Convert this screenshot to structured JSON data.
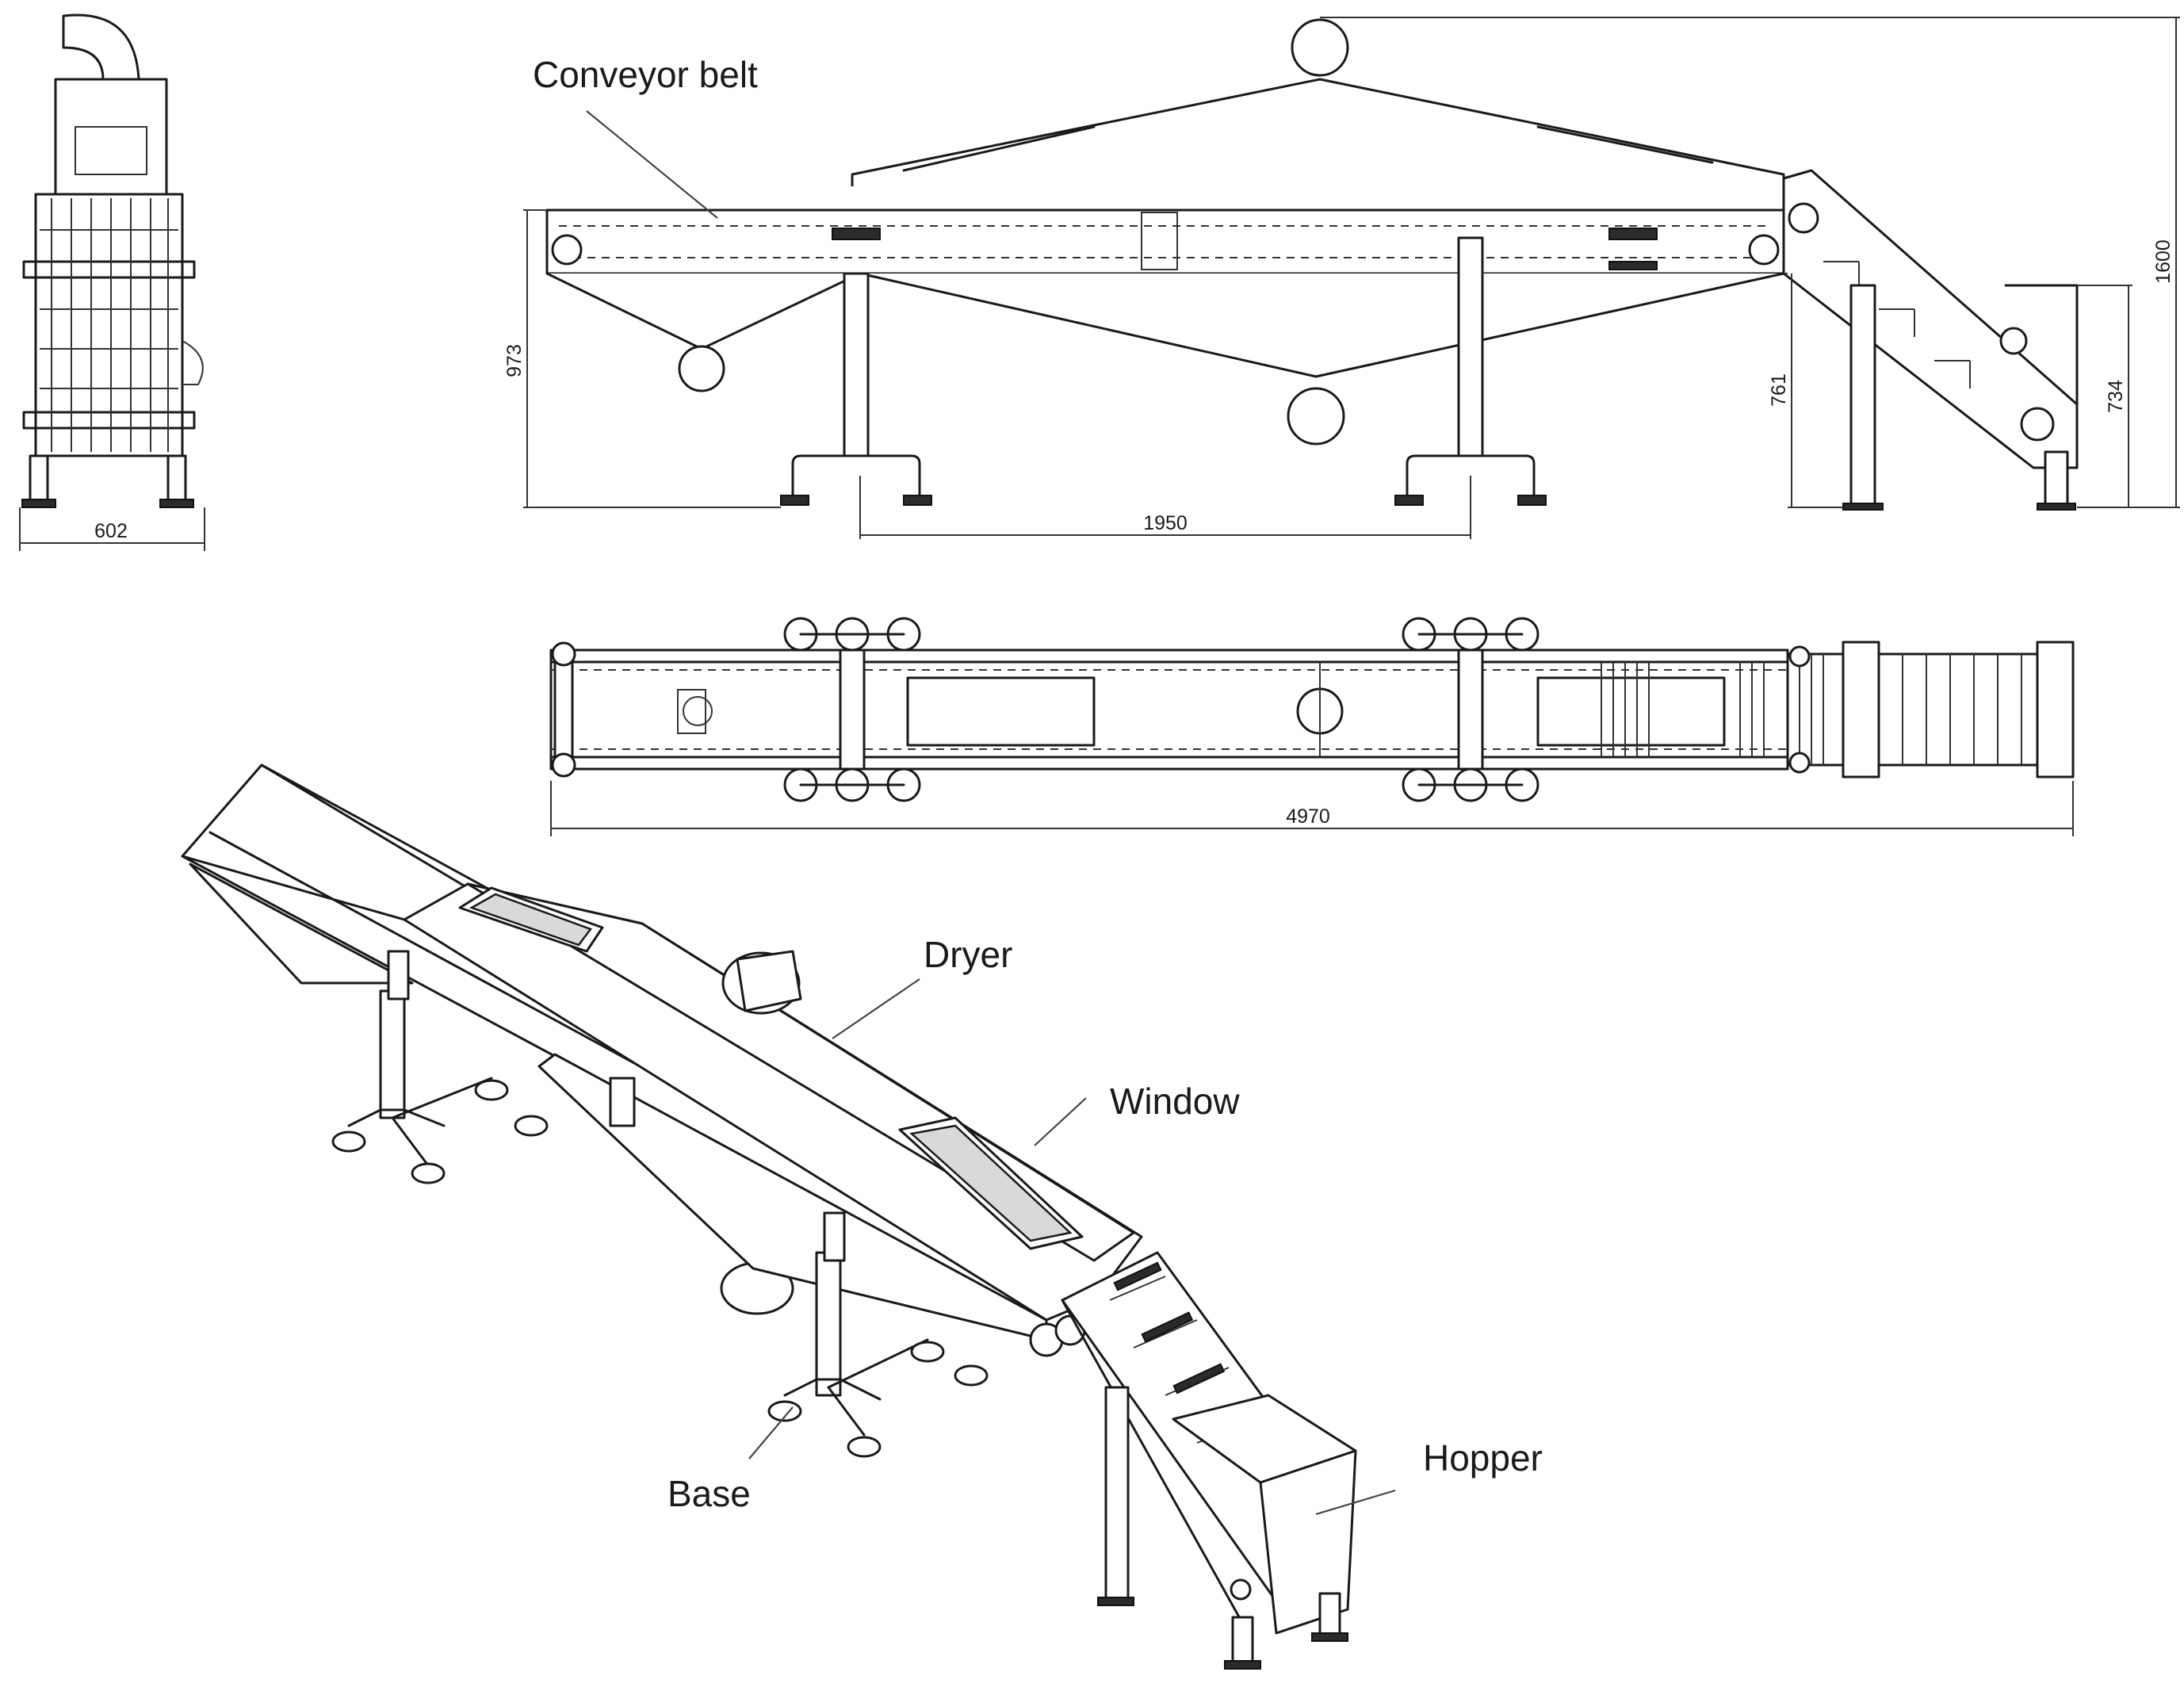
{
  "labels": {
    "conveyor_belt": "Conveyor belt",
    "dryer": "Dryer",
    "window": "Window",
    "base": "Base",
    "hopper": "Hopper"
  },
  "dimensions": {
    "front_width": "602",
    "leg_spacing": "1950",
    "total_length": "4970",
    "belt_height": "973",
    "hopper_conveyor_height": "761",
    "hopper_height": "734",
    "overall_height": "1600"
  },
  "colors": {
    "line": "#1a1a1a",
    "fill": "#ffffff",
    "shade": "#d9d9d9"
  }
}
